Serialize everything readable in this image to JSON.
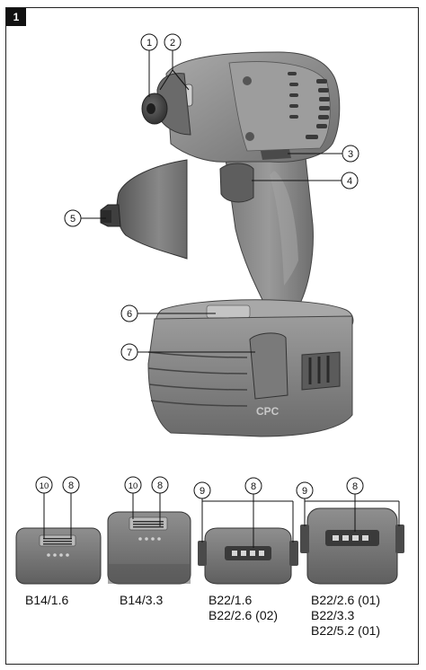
{
  "figure": {
    "number": "1",
    "brand_mark": "CPC",
    "callouts": [
      {
        "id": "callout-1",
        "text": "1"
      },
      {
        "id": "callout-2",
        "text": "2"
      },
      {
        "id": "callout-3",
        "text": "3"
      },
      {
        "id": "callout-4",
        "text": "4"
      },
      {
        "id": "callout-5",
        "text": "5"
      },
      {
        "id": "callout-6",
        "text": "6"
      },
      {
        "id": "callout-7",
        "text": "7"
      },
      {
        "id": "callout-10a",
        "text": "10"
      },
      {
        "id": "callout-8a",
        "text": "8"
      },
      {
        "id": "callout-10b",
        "text": "10"
      },
      {
        "id": "callout-8b",
        "text": "8"
      },
      {
        "id": "callout-9a",
        "text": "9"
      },
      {
        "id": "callout-8c",
        "text": "8"
      },
      {
        "id": "callout-9b",
        "text": "9"
      },
      {
        "id": "callout-8d",
        "text": "8"
      }
    ],
    "battery_labels": {
      "b14_16": [
        "B14/1.6"
      ],
      "b14_33": [
        "B14/3.3"
      ],
      "b22_small": [
        "B22/1.6",
        "B22/2.6 (02)"
      ],
      "b22_large": [
        "B22/2.6 (01)",
        "B22/3.3",
        "B22/5.2 (01)"
      ]
    }
  },
  "colors": {
    "tool_body": "#8a8a8a",
    "tool_dark": "#5a5a5a",
    "tool_light": "#b5b5b5",
    "frame": "#222222"
  }
}
